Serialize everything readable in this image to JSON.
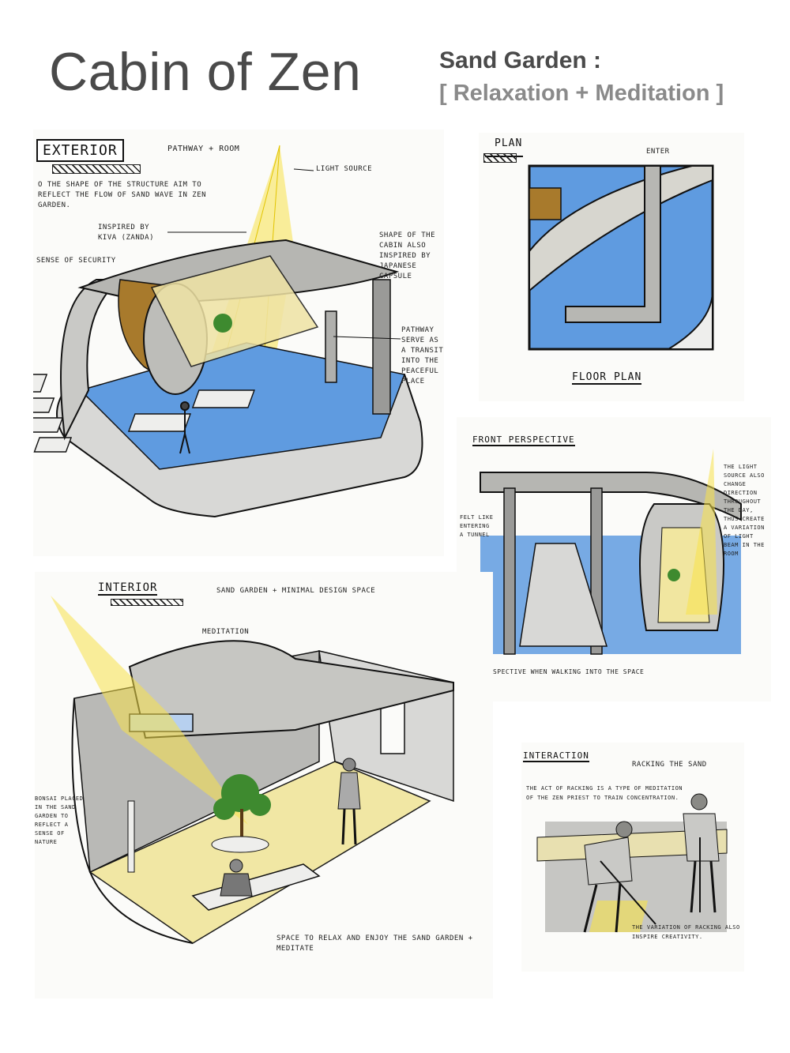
{
  "header": {
    "title": "Cabin of Zen",
    "subtitle": "Sand Garden :",
    "subtitle2": "[ Relaxation + Meditation ]"
  },
  "exterior": {
    "label": "EXTERIOR",
    "pathway_room": "PATHWAY + ROOM",
    "light_source": "LIGHT SOURCE",
    "shape_note": "o THE SHAPE OF THE STRUCTURE AIM TO REFLECT THE FLOW OF SAND WAVE IN ZEN GARDEN.",
    "inspired": "INSPIRED BY KIVA (ZANDA)",
    "security": "SENSE OF SECURITY",
    "cabin_note": "SHAPE OF THE CABIN ALSO INSPIRED BY JAPANESE CAPSULE",
    "pathway_note": "PATHWAY SERVE AS A TRANSIT INTO THE PEACEFUL PLACE"
  },
  "floor_plan": {
    "top_label": "PLAN",
    "enter": "ENTER",
    "label": "FLOOR PLAN"
  },
  "front": {
    "label": "FRONT PERSPECTIVE",
    "light_note": "THE LIGHT SOURCE ALSO CHANGE DIRECTION THROUGHOUT THE DAY, THUS CREATE A VARIATION OF LIGHT BEAM IN THE ROOM",
    "tunnel_note": "FELT LIKE ENTERING A TUNNEL",
    "caption": "PERSPECTIVE WHEN WALKING INTO THE SPACE"
  },
  "interior": {
    "label": "INTERIOR",
    "heading": "SAND GARDEN + MINIMAL DESIGN SPACE",
    "meditation": "MEDITATION",
    "bonsai_note": "BONSAI PLACED IN THE SAND GARDEN TO REFLECT A SENSE OF NATURE",
    "caption": "SPACE TO RELAX AND ENJOY THE SAND GARDEN + MEDITATE"
  },
  "interaction": {
    "label": "INTERACTION",
    "heading": "RACKING THE SAND",
    "note": "THE ACT OF RACKING IS A TYPE OF MEDITATION OF THE ZEN PRIEST TO TRAIN CONCENTRATION.",
    "caption": "THE VARIATION OF RACKING ALSO INSPIRE CREATIVITY."
  },
  "colors": {
    "water_blue": "#5f9be0",
    "sand_yellow": "#f1e6a0",
    "light_yellow": "#f7e24a",
    "wood_brown": "#a87a2c",
    "grey_marker": "#9a9a98"
  }
}
